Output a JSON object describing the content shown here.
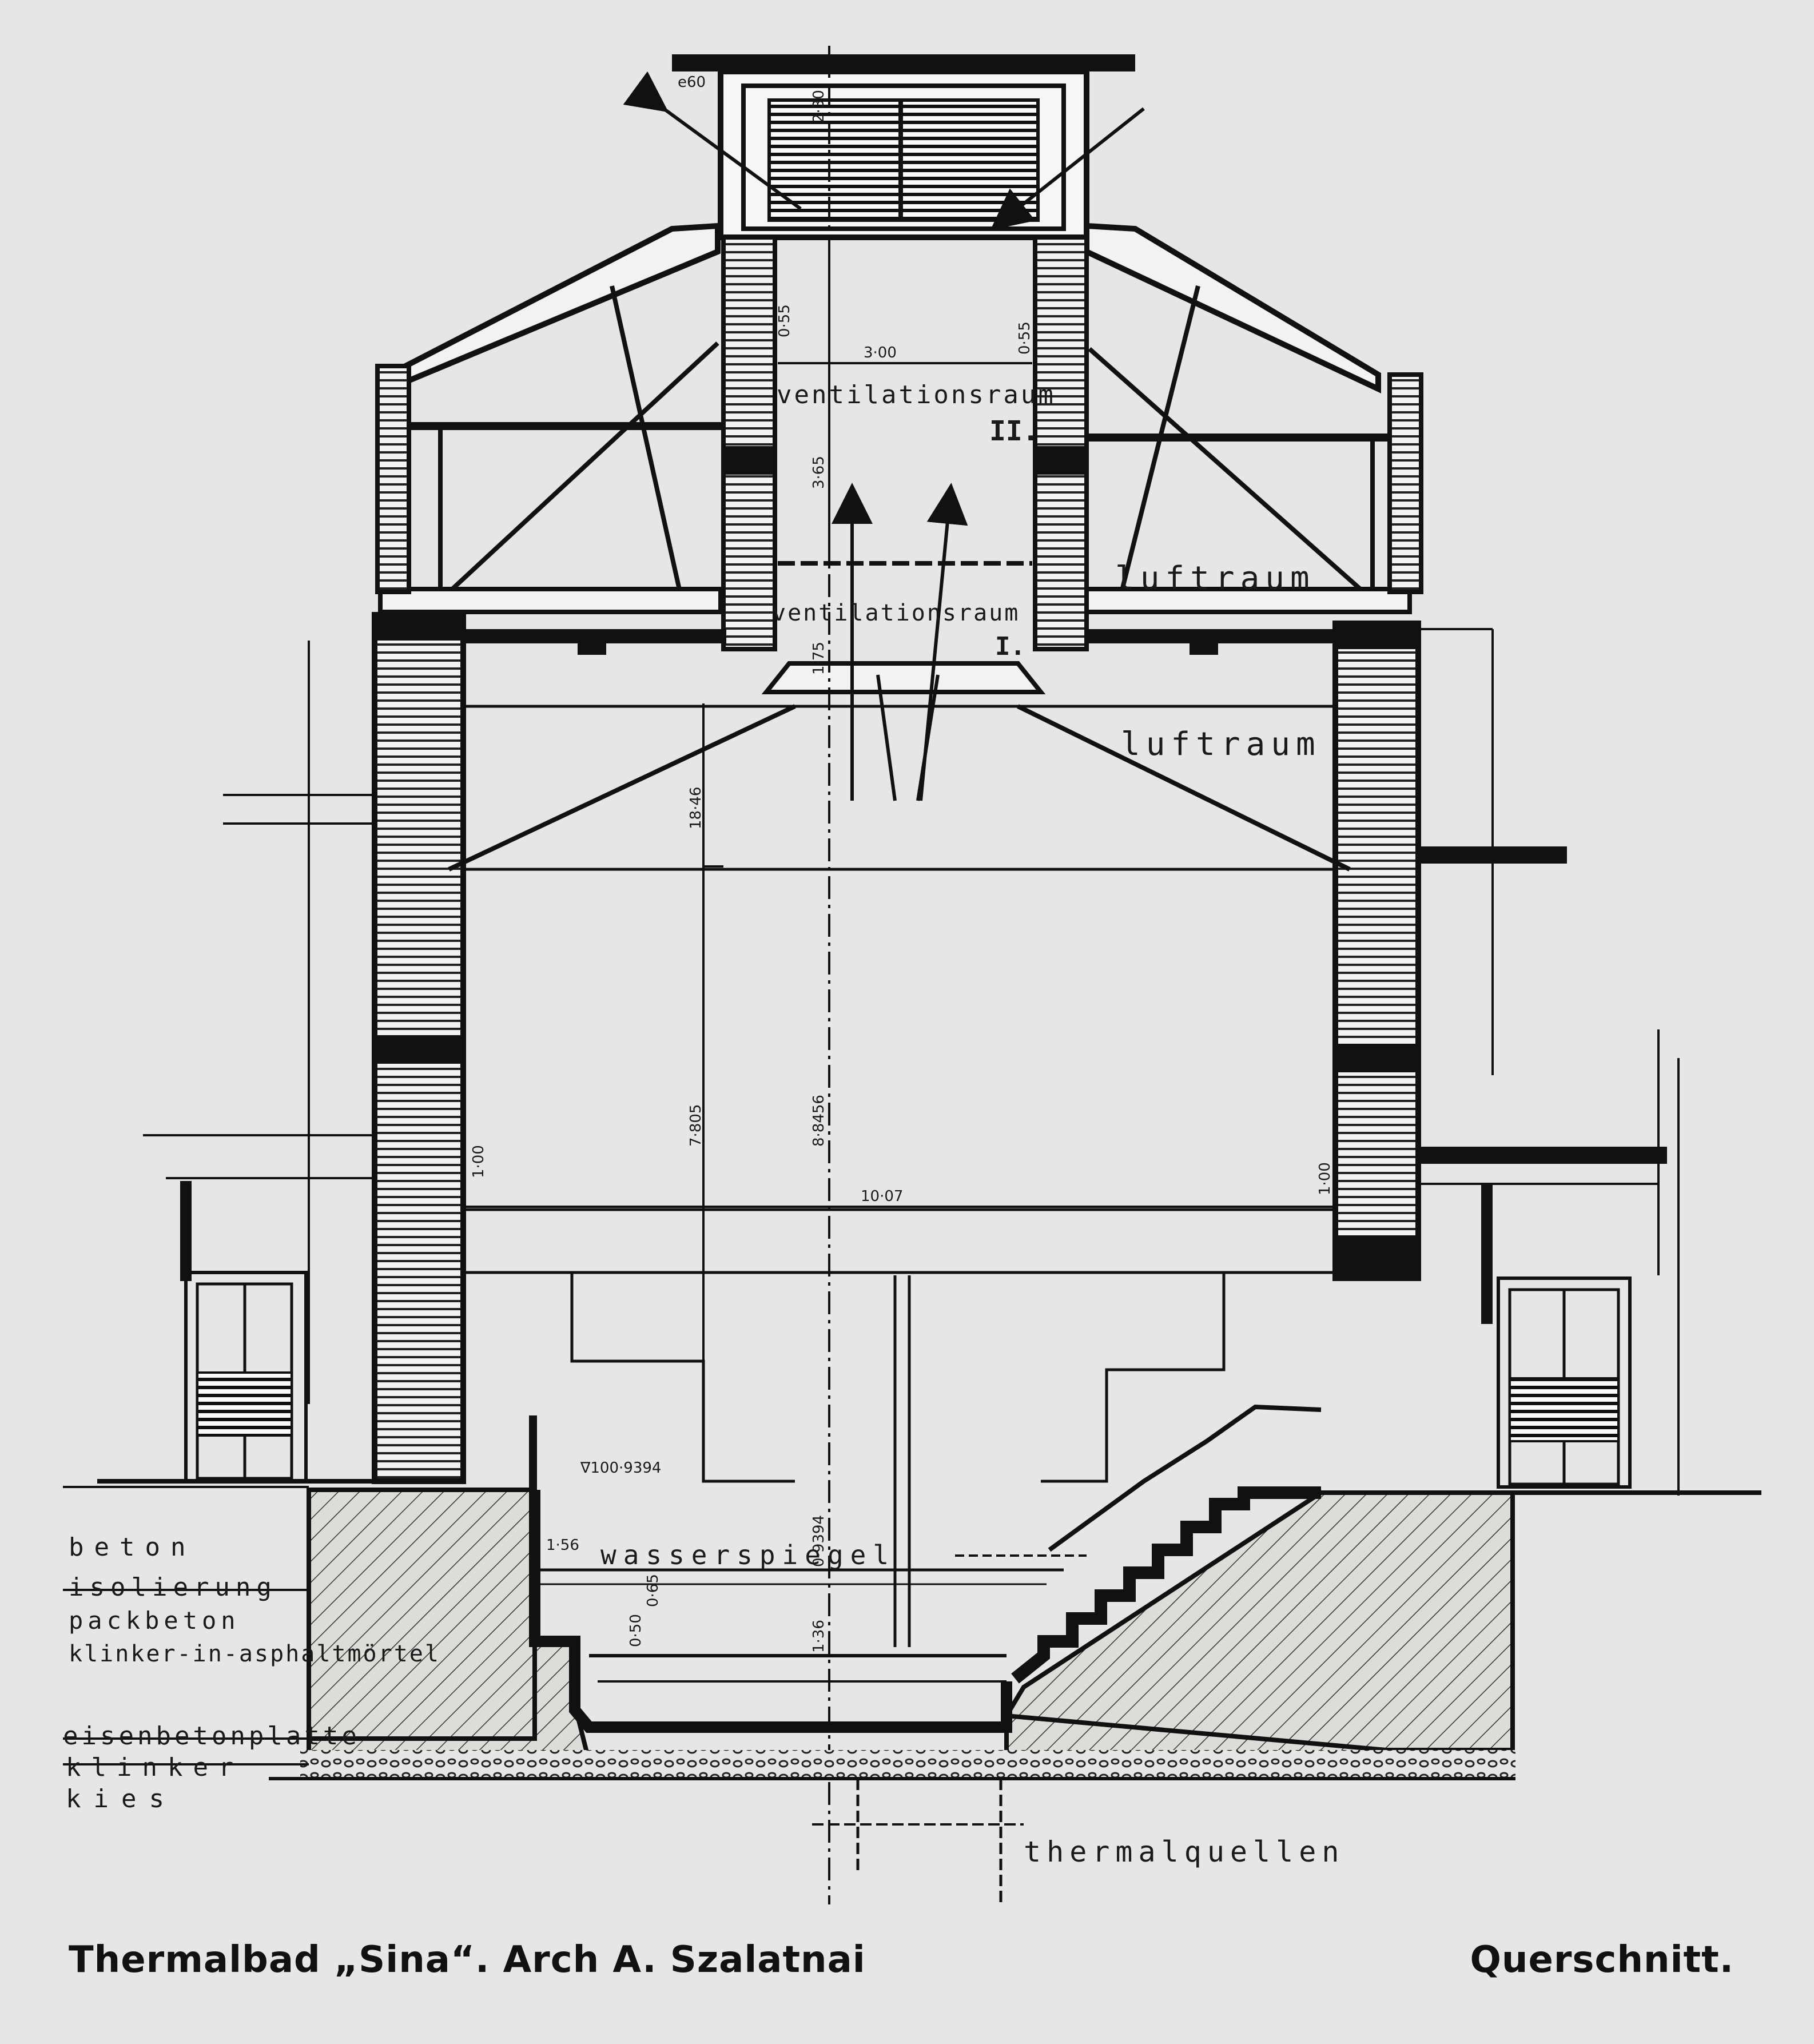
{
  "caption": {
    "left": "Thermalbad „Sina“. Arch A. Szalatnai",
    "right": "Querschnitt."
  },
  "labels": {
    "ventilationsraum_2": "ventilationsraum",
    "roman_2": "II.",
    "ventilationsraum_1": "ventilationsraum",
    "roman_1": "I.",
    "luftraum_upper": "luftraum",
    "luftraum_lower": "luftraum",
    "wasserspiegel": "wasserspiegel",
    "thermalquellen": "thermalquellen"
  },
  "dimensions": {
    "d_e60": "e60",
    "d_2_30": "2·30",
    "d_055_left": "0·55",
    "d_055_right": "0·55",
    "d_300": "3·00",
    "d_365": "3·65",
    "d_175": "1·75",
    "d_1846": "18·46",
    "d_785": "7·805",
    "d_8456": "8·8456",
    "d_1007": "10·07",
    "d_100_left": "1·00",
    "d_100_right": "1·00",
    "d_level": "∇100·9394",
    "d_156": "1·56",
    "d_09394": "0·9394",
    "d_050": "0·50",
    "d_065": "0·65",
    "d_136": "1·36"
  },
  "legend": [
    "beton",
    "isolierung",
    "packbeton",
    "klinker-in-asphaltmörtel",
    "eisenbetonplatte",
    "klinker",
    "kies"
  ]
}
